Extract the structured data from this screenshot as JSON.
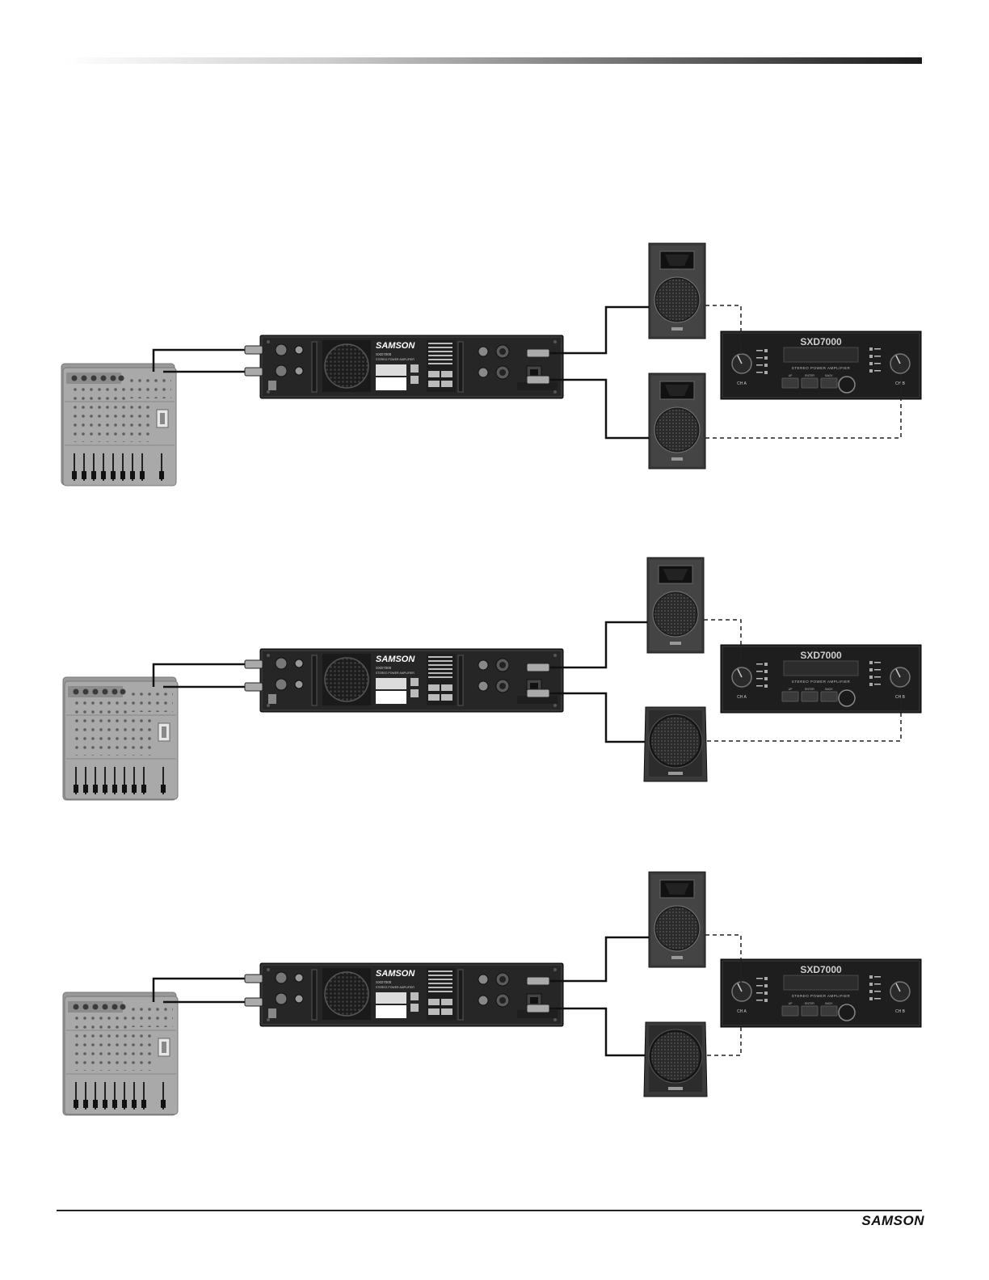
{
  "branding": {
    "footer_logo": "SAMSON"
  },
  "amplifier_rear": {
    "brand": "SAMSON",
    "model": "SXD7000",
    "subtitle": "STEREO POWER AMPLIFIER"
  },
  "amplifier_front": {
    "model": "SXD7000",
    "subtitle": "STEREO POWER AMPLIFIER",
    "channel_a": "CH A",
    "channel_b": "CH B",
    "buttons": [
      "UP",
      "ENTER",
      "BACK"
    ]
  },
  "colors": {
    "mixer_body": "#a9a9a9",
    "amp_body": "#262626",
    "speaker_body": "#3a3a3a",
    "cable": "#111111"
  },
  "setups": [
    {
      "id": "setup-1",
      "speaker_top": "full-range",
      "speaker_bottom": "full-range",
      "link": "ch-a-top_ch-b-bottom"
    },
    {
      "id": "setup-2",
      "speaker_top": "full-range",
      "speaker_bottom": "subwoofer",
      "link": "ch-a-top_ch-b-bottom"
    },
    {
      "id": "setup-3",
      "speaker_top": "full-range",
      "speaker_bottom": "subwoofer",
      "link": "ch-a-both"
    }
  ]
}
